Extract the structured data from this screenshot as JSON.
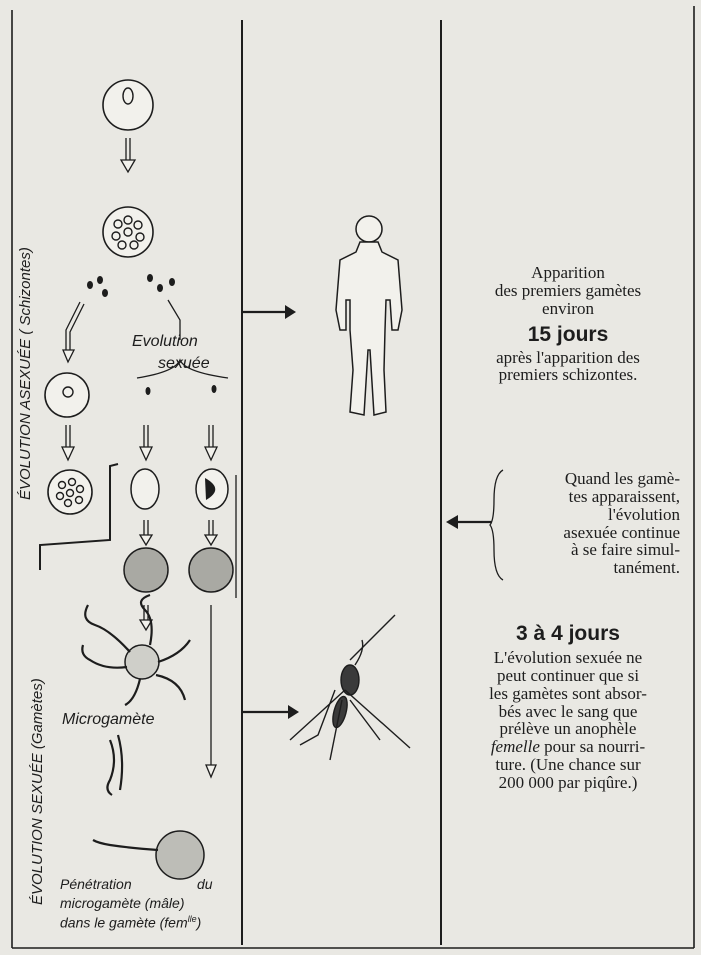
{
  "left_labels": {
    "asexual": "ÉVOLUTION ASEXUÉE ( Schizontes)",
    "sexual": "ÉVOLUTION SEXUÉE (Gamètes)"
  },
  "diagram": {
    "evolution_sexuee_1": "Evolution",
    "evolution_sexuee_2": "sexuée",
    "microgamete": "Microgamète",
    "penetration_1": "Pénétration",
    "penetration_du": "du",
    "penetration_2": "microgamète (mâle)",
    "penetration_3": "dans le gamète (fem",
    "penetration_sup": "lle",
    "penetration_end": ")"
  },
  "right": {
    "block1": {
      "line1": "Apparition",
      "line2": "des premiers gamètes",
      "line3": "environ",
      "highlight": "15 jours",
      "line4": "après l'apparition des",
      "line5": "premiers schizontes."
    },
    "block2": {
      "line1": "Quand les gamè-",
      "line2": "tes apparaissent,",
      "line3": "l'évolution",
      "line4": "asexuée continue",
      "line5": "à se faire simul-",
      "line6": "tanément."
    },
    "block3": {
      "highlight": "3 à 4 jours",
      "line1": "L'évolution sexuée ne",
      "line2": "peut continuer que si",
      "line3": "les gamètes sont absor-",
      "line4": "bés avec le sang que",
      "line5": "prélève un anophèle",
      "line6_em": "femelle",
      "line6_rest": " pour sa nourri-",
      "line7": "ture. (Une chance sur",
      "line8": "200 000 par piqûre.)"
    }
  }
}
